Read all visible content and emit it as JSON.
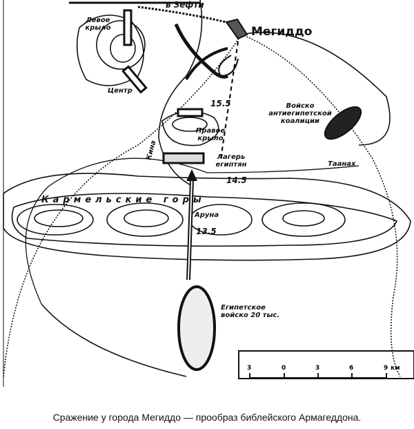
{
  "map": {
    "labels": {
      "zefti": "в Зефти",
      "megiddo": "Мегиддо",
      "left_wing": "Левое крыло",
      "center": "Центр",
      "height_15_5": "15.5",
      "right_wing": "Правое крыло",
      "coalition": "Войско антиегипетской коалиции",
      "taanakh": "Таанах",
      "kina": "Кина",
      "camp": "Лагерь египтян",
      "height_14_5": "14.5",
      "carmel": "Кармельские горы",
      "aruna": "Аруна",
      "height_13_5": "13.5",
      "egypt_army": "Египетское войско 20 тыс."
    },
    "scale": {
      "ticks": [
        "3",
        "0",
        "3",
        "6",
        "9"
      ],
      "unit": "км"
    }
  },
  "caption": "Сражение у города Мегиддо — прообраз библейского Армагеддона."
}
